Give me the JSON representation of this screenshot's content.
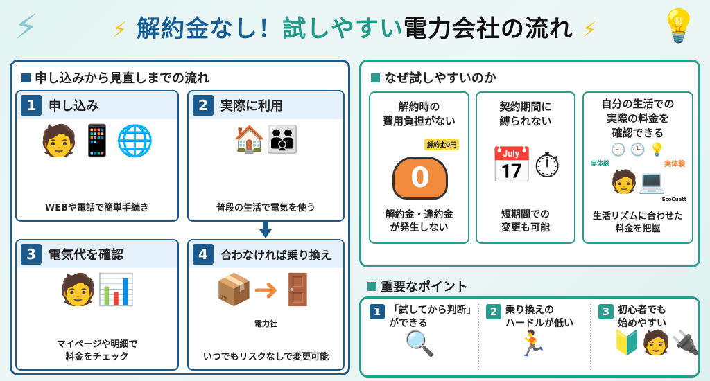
{
  "title": {
    "part1": "解約金なし！",
    "part2": "試しやすい",
    "part3": "電力会社の流れ"
  },
  "flow": {
    "heading": "申し込みから見直しまでの流れ",
    "steps": [
      {
        "num": "1",
        "title": "申し込み",
        "caption": "WEBや電話で簡単手続き"
      },
      {
        "num": "2",
        "title": "実際に利用",
        "caption": "普段の生活で電気を使う"
      },
      {
        "num": "3",
        "title": "電気代を確認",
        "caption": "マイページや明細で\n料金をチェック"
      },
      {
        "num": "4",
        "title": "合わなければ乗り換え",
        "caption": "いつでもリスクなしで変更可能",
        "door_label": "電力社"
      }
    ]
  },
  "why": {
    "heading": "なぜ試しやすいのか",
    "cards": [
      {
        "title": "解約時の\n費用負担がない",
        "caption": "解約金・違約金\nが発生しない",
        "badge": "解約金0円",
        "coin": "0"
      },
      {
        "title": "契約期間に\n縛られない",
        "caption": "短期間での\n変更も可能"
      },
      {
        "title": "自分の生活での\n実際の料金を\n確認できる",
        "caption": "生活リズムに合わせた\n料金を把握",
        "tag1": "実体験",
        "tag2": "実体験",
        "brand": "EcoCuett"
      }
    ]
  },
  "points": {
    "heading": "重要なポイント",
    "items": [
      {
        "num": "1",
        "text": "「試してから判断」\nができる"
      },
      {
        "num": "2",
        "text": "乗り換えの\nハードルが低い"
      },
      {
        "num": "3",
        "text": "初心者でも\n始めやすい"
      }
    ]
  },
  "colors": {
    "navy": "#1d5a8c",
    "teal": "#2a9d8f",
    "accent": "#f08a3c"
  }
}
